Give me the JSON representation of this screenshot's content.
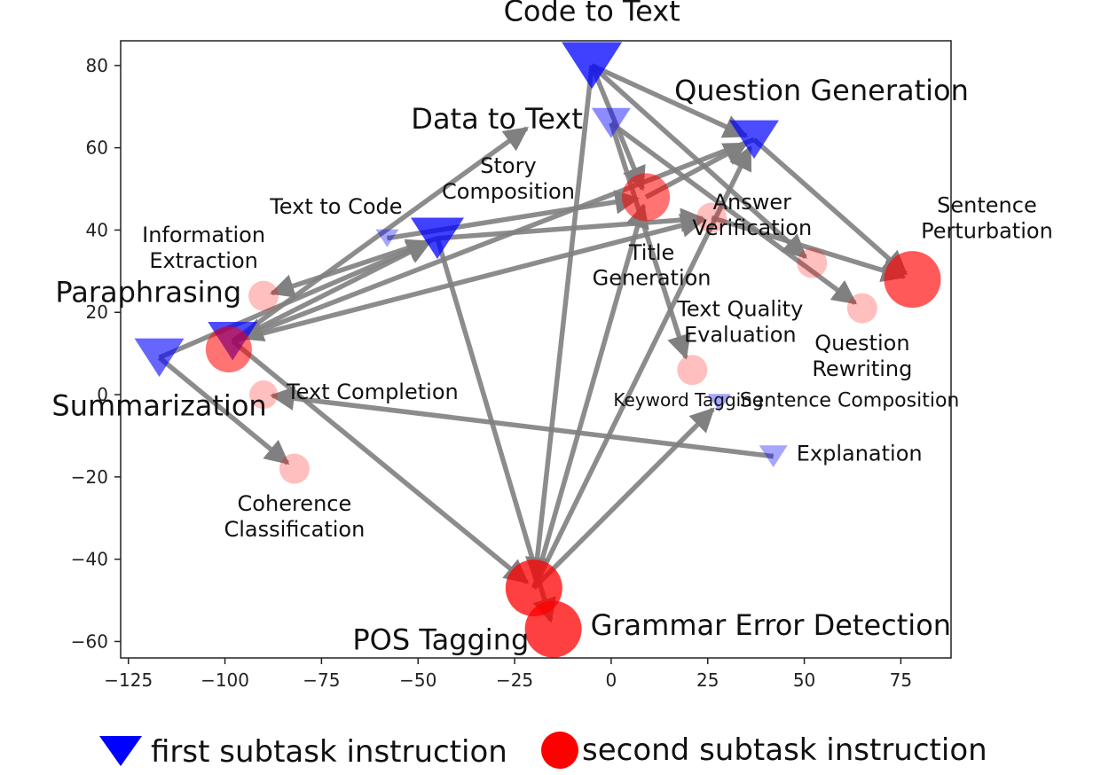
{
  "chart_data": {
    "type": "scatter",
    "xlim": [
      -127,
      88
    ],
    "ylim": [
      -64,
      86
    ],
    "x_ticks": [
      -125,
      -100,
      -75,
      -50,
      -25,
      0,
      25,
      50,
      75
    ],
    "y_ticks": [
      -60,
      -40,
      -20,
      0,
      20,
      40,
      60,
      80
    ],
    "x_tick_labels": [
      "−125",
      "−100",
      "−75",
      "−50",
      "−25",
      "0",
      "25",
      "50",
      "75"
    ],
    "y_tick_labels": [
      "−60",
      "−40",
      "−20",
      "0",
      "20",
      "40",
      "60",
      "80"
    ],
    "grid": false,
    "legend": {
      "placement": "bottom",
      "entries": [
        {
          "label": "first subtask instruction",
          "marker": "triangle-down",
          "color": "#0000ff"
        },
        {
          "label": "second subtask instruction",
          "marker": "circle",
          "color": "#ff0000"
        }
      ]
    },
    "colors": {
      "first": "#0000ff",
      "second": "#ff0000",
      "arrow": "#808080"
    },
    "nodes": [
      {
        "id": "code_to_text",
        "label": [
          "Code to Text"
        ],
        "x": -5,
        "y": 80,
        "marker": "triangle",
        "size": 34,
        "opacity": 0.75,
        "font": 32,
        "label_pos": "above"
      },
      {
        "id": "data_to_text",
        "label": [
          "Data to Text"
        ],
        "x": 0,
        "y": 66,
        "marker": "triangle",
        "size": 22,
        "opacity": 0.45,
        "font": 32,
        "label_pos": "left"
      },
      {
        "id": "question_generation",
        "label": [
          "Question Generation"
        ],
        "x": 37,
        "y": 62,
        "marker": "triangle",
        "size": 28,
        "opacity": 0.7,
        "font": 32,
        "label_pos": "aboveright"
      },
      {
        "id": "story_composition",
        "label": [
          "Story",
          "Composition"
        ],
        "x": -45,
        "y": 38,
        "marker": "triangle",
        "size": 30,
        "opacity": 0.75,
        "font": 24,
        "label_pos": "aboveright"
      },
      {
        "id": "text_to_code",
        "label": [
          "Text to Code"
        ],
        "x": -58,
        "y": 38,
        "marker": "triangle",
        "size": 13,
        "opacity": 0.35,
        "font": 24,
        "label_pos": "aboveleft"
      },
      {
        "id": "paraphrasing",
        "label": [
          "Paraphrasing"
        ],
        "x": -98,
        "y": 13,
        "marker": "triangle",
        "size": 28,
        "opacity": 0.7,
        "font": 32,
        "label_pos": "aboveleft"
      },
      {
        "id": "summarization",
        "label": [
          "Summarization"
        ],
        "x": -117,
        "y": 9,
        "marker": "triangle",
        "size": 28,
        "opacity": 0.6,
        "font": 32,
        "label_pos": "below"
      },
      {
        "id": "sentence_composition",
        "label": [
          "Sentence Composition"
        ],
        "x": 28,
        "y": -2,
        "marker": "triangle",
        "size": 13,
        "opacity": 0.35,
        "font": 22,
        "label_pos": "right"
      },
      {
        "id": "explanation",
        "label": [
          "Explanation"
        ],
        "x": 42,
        "y": -15,
        "marker": "triangle",
        "size": 16,
        "opacity": 0.35,
        "font": 24,
        "label_pos": "right"
      },
      {
        "id": "paraphrasing_circle",
        "label": [],
        "x": -99,
        "y": 11,
        "marker": "circle",
        "size": 26,
        "opacity": 0.55
      },
      {
        "id": "information_extraction",
        "label": [
          "Information",
          "Extraction"
        ],
        "x": -90,
        "y": 24,
        "marker": "circle",
        "size": 17,
        "opacity": 0.25,
        "font": 24,
        "label_pos": "aboveleft"
      },
      {
        "id": "text_completion",
        "label": [
          "Text Completion"
        ],
        "x": -90,
        "y": 0,
        "marker": "circle",
        "size": 16,
        "opacity": 0.25,
        "font": 24,
        "label_pos": "right"
      },
      {
        "id": "coherence_classification",
        "label": [
          "Coherence",
          "Classification"
        ],
        "x": -82,
        "y": -18,
        "marker": "circle",
        "size": 17,
        "opacity": 0.25,
        "font": 24,
        "label_pos": "below"
      },
      {
        "id": "title_generation_circle",
        "label": [],
        "x": 9,
        "y": 48,
        "marker": "circle",
        "size": 27,
        "opacity": 0.55
      },
      {
        "id": "title_generation",
        "label": [
          "Title",
          "Generation"
        ],
        "x": 26,
        "y": 43,
        "marker": "circle",
        "size": 17,
        "opacity": 0.25,
        "font": 24,
        "label_pos": "belowleft"
      },
      {
        "id": "answer_verification",
        "label": [
          "Answer",
          "Verification"
        ],
        "x": 52,
        "y": 32,
        "marker": "circle",
        "size": 17,
        "opacity": 0.25,
        "font": 24,
        "label_pos": "aboveleft"
      },
      {
        "id": "sentence_perturbation",
        "label": [
          "Sentence",
          "Perturbation"
        ],
        "x": 78,
        "y": 28,
        "marker": "circle",
        "size": 32,
        "opacity": 0.65,
        "font": 24,
        "label_pos": "aboveright"
      },
      {
        "id": "text_quality_evaluation",
        "label": [
          "Text Quality",
          "Evaluation"
        ],
        "x": 21,
        "y": 6,
        "marker": "circle",
        "size": 17,
        "opacity": 0.25,
        "font": 24,
        "label_pos": "aboveright"
      },
      {
        "id": "question_rewriting",
        "label": [
          "Question",
          "Rewriting"
        ],
        "x": 65,
        "y": 21,
        "marker": "circle",
        "size": 17,
        "opacity": 0.25,
        "font": 24,
        "label_pos": "below"
      },
      {
        "id": "keyword_tagging",
        "label": [
          "Keyword Tagging"
        ],
        "x": 20,
        "y": 6,
        "marker": "circle",
        "size": 0,
        "opacity": 0,
        "font": 20,
        "label_pos": "below"
      },
      {
        "id": "pos_tagging",
        "label": [
          "POS Tagging"
        ],
        "x": -20,
        "y": -47,
        "marker": "circle",
        "size": 32,
        "opacity": 0.75,
        "font": 32,
        "label_pos": "belowleft"
      },
      {
        "id": "grammar_error_detection",
        "label": [
          "Grammar Error Detection"
        ],
        "x": -15,
        "y": -57,
        "marker": "circle",
        "size": 32,
        "opacity": 0.75,
        "font": 32,
        "label_pos": "right"
      }
    ],
    "edges": [
      {
        "from": [
          -5,
          80
        ],
        "to": [
          37,
          62
        ]
      },
      {
        "from": [
          -5,
          80
        ],
        "to": [
          9,
          48
        ]
      },
      {
        "from": [
          -5,
          80
        ],
        "to": [
          -20,
          -47
        ]
      },
      {
        "from": [
          -5,
          80
        ],
        "to": [
          52,
          32
        ]
      },
      {
        "from": [
          0,
          66
        ],
        "to": [
          20,
          7
        ]
      },
      {
        "from": [
          0,
          66
        ],
        "to": [
          65,
          21
        ]
      },
      {
        "from": [
          37,
          62
        ],
        "to": [
          78,
          28
        ]
      },
      {
        "from": [
          37,
          62
        ],
        "to": [
          -98,
          13
        ]
      },
      {
        "from": [
          -45,
          38
        ],
        "to": [
          26,
          43
        ]
      },
      {
        "from": [
          -45,
          38
        ],
        "to": [
          -15,
          -57
        ]
      },
      {
        "from": [
          -45,
          38
        ],
        "to": [
          -90,
          24
        ]
      },
      {
        "from": [
          -58,
          38
        ],
        "to": [
          9,
          48
        ]
      },
      {
        "from": [
          -98,
          13
        ],
        "to": [
          -45,
          38
        ]
      },
      {
        "from": [
          -98,
          13
        ],
        "to": [
          -20,
          66
        ]
      },
      {
        "from": [
          -98,
          13
        ],
        "to": [
          26,
          43
        ]
      },
      {
        "from": [
          -98,
          13
        ],
        "to": [
          -20,
          -47
        ]
      },
      {
        "from": [
          -117,
          9
        ],
        "to": [
          -45,
          38
        ]
      },
      {
        "from": [
          -117,
          9
        ],
        "to": [
          -82,
          -18
        ]
      },
      {
        "from": [
          -20,
          -47
        ],
        "to": [
          37,
          62
        ]
      },
      {
        "from": [
          -20,
          -47
        ],
        "to": [
          28,
          -2
        ]
      },
      {
        "from": [
          -20,
          -47
        ],
        "to": [
          9,
          48
        ]
      },
      {
        "from": [
          42,
          -15
        ],
        "to": [
          -90,
          0
        ]
      },
      {
        "from": [
          26,
          43
        ],
        "to": [
          78,
          28
        ]
      },
      {
        "from": [
          9,
          48
        ],
        "to": [
          37,
          62
        ]
      }
    ]
  }
}
